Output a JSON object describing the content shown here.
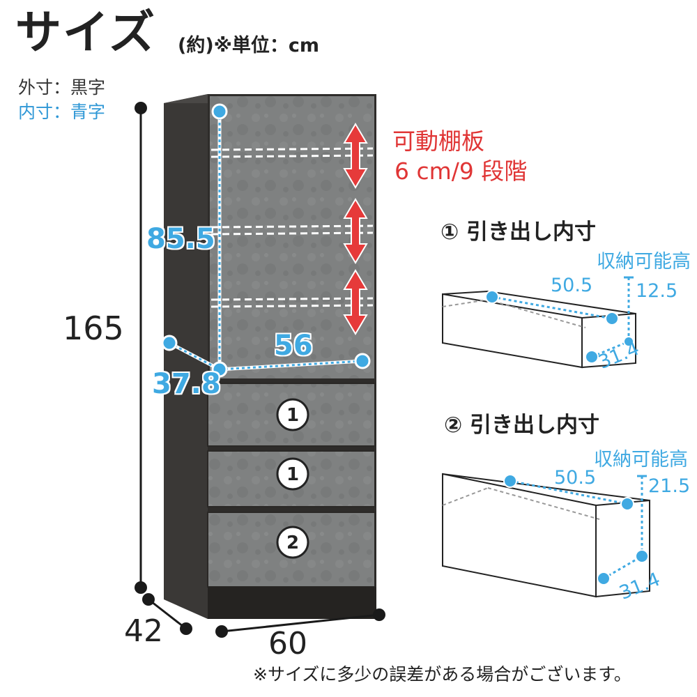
{
  "header": {
    "title": "サイズ",
    "unit_note": "(約)※単位：cm"
  },
  "legend": {
    "outer": "外寸：黒字",
    "inner": "内寸：青字"
  },
  "outer_dimensions": {
    "height": "165",
    "depth": "42",
    "width": "60"
  },
  "inner_dimensions": {
    "height": "85.5",
    "width": "56",
    "depth": "37.8"
  },
  "shelf_note": {
    "line1": "可動棚板",
    "line2": "6 cm/9 段階"
  },
  "drawer_labels": [
    "1",
    "1",
    "2"
  ],
  "drawer1": {
    "title": "① 引き出し内寸",
    "capacity_label": "収納可能高",
    "width": "50.5",
    "height": "12.5",
    "depth": "31.4"
  },
  "drawer2": {
    "title": "② 引き出し内寸",
    "capacity_label": "収納可能高",
    "width": "50.5",
    "height": "21.5",
    "depth": "31.4"
  },
  "footnote": "※サイズに多少の誤差がある場合がございます。",
  "colors": {
    "cabinet_body": "#2e2c2a",
    "cabinet_front": "#7c7e7e",
    "inner_dimension": "#3fa9e2",
    "shelf_note": "#e03535",
    "dimension_dot": "#1a1a1a"
  }
}
